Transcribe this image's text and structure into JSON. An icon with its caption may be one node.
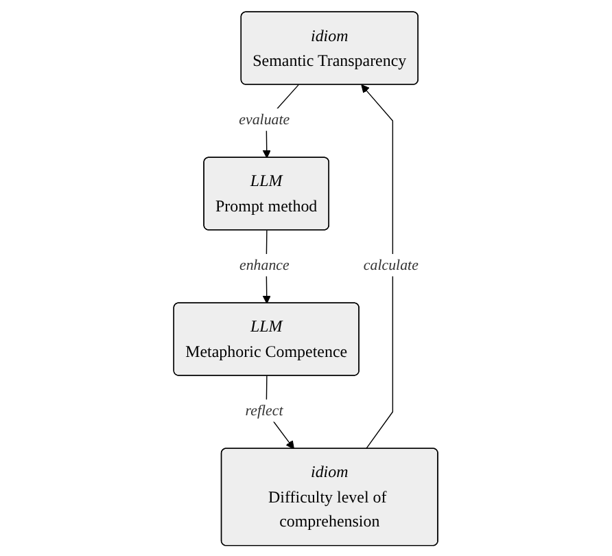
{
  "diagram": {
    "nodes": [
      {
        "text": [
          "idiom",
          "Semantic Transparency"
        ]
      },
      {
        "text": [
          "LLM",
          "Prompt method"
        ]
      },
      {
        "text": [
          "idiom",
          "Difficulty level of comprehension"
        ]
      },
      {
        "text": [
          "LLM",
          "Metaphoric Competence"
        ]
      }
    ],
    "edges": [
      {
        "from": 0,
        "to": 1,
        "arrow": "to",
        "label": "evaluate"
      },
      {
        "from": 1,
        "to": 3,
        "arrow": "to",
        "label": "enhance"
      },
      {
        "from": 3,
        "to": 2,
        "arrow": "to",
        "label": "reflect"
      },
      {
        "from": 2,
        "to": 0,
        "arrow": "to",
        "label": "calculate"
      }
    ]
  }
}
